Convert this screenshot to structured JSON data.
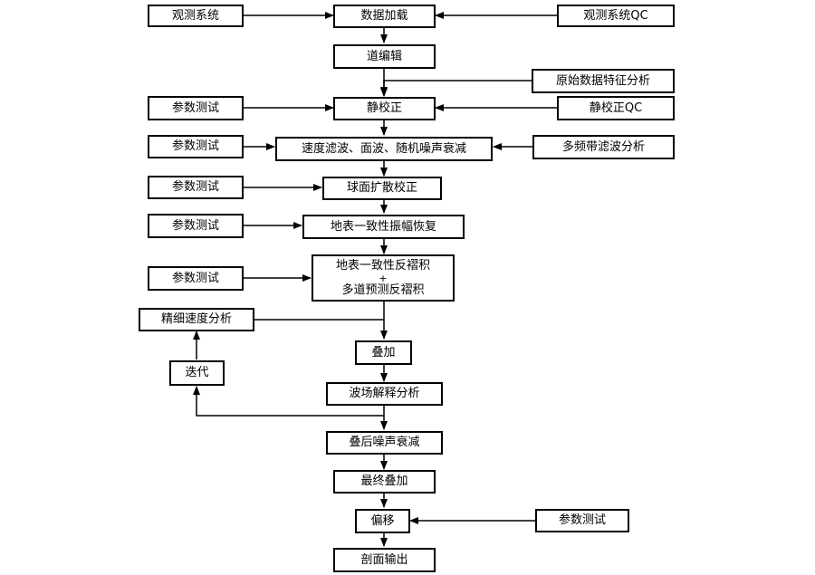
{
  "nodes": {
    "n_obs_sys": "观测系统",
    "n_load": "数据加载",
    "n_obs_qc": "观测系统QC",
    "n_trace_edit": "道编辑",
    "n_raw_analysis": "原始数据特征分析",
    "n_param_1": "参数测试",
    "n_static": "静校正",
    "n_static_qc": "静校正QC",
    "n_param_2": "参数测试",
    "n_noise": "速度滤波、面波、随机噪声衰减",
    "n_freq_analysis": "多频带滤波分析",
    "n_param_3": "参数测试",
    "n_spherical": "球面扩散校正",
    "n_param_4": "参数测试",
    "n_amp": "地表一致性振幅恢复",
    "n_param_5": "参数测试",
    "n_decon_1": "地表一致性反褶积",
    "n_decon_plus": "+",
    "n_decon_2": "多道预测反褶积",
    "n_velocity": "精细速度分析",
    "n_stack": "叠加",
    "n_iterate": "迭代",
    "n_wavefield": "波场解释分析",
    "n_post_noise": "叠后噪声衰减",
    "n_final_stack": "最终叠加",
    "n_param_6": "参数测试",
    "n_migration": "偏移",
    "n_output": "剖面输出"
  }
}
